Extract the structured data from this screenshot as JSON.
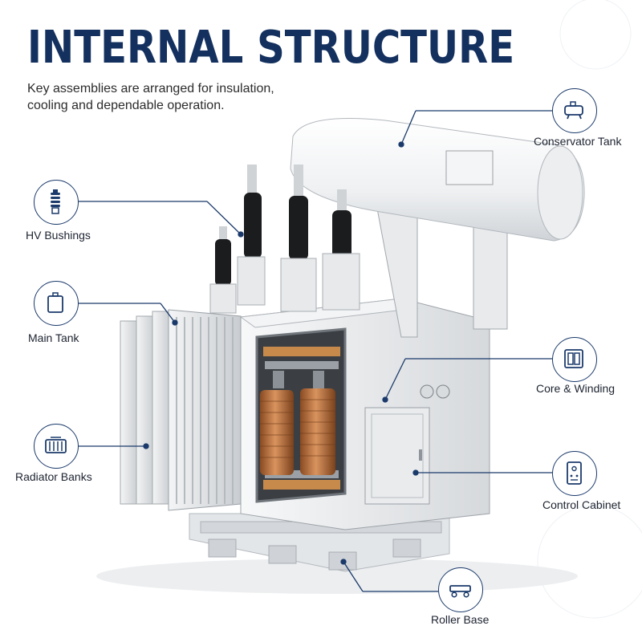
{
  "header": {
    "title": "INTERNAL STRUCTURE",
    "subtitle": "Key assemblies are arranged for insulation, cooling and dependable operation."
  },
  "callouts": {
    "conservator": {
      "label": "Conservator Tank",
      "icon": "tank-icon"
    },
    "bushings": {
      "label": "HV Bushings",
      "icon": "bushing-icon"
    },
    "main_tank": {
      "label": "Main Tank",
      "icon": "main-tank-icon"
    },
    "core": {
      "label": "Core & Winding",
      "icon": "core-winding-icon"
    },
    "radiators": {
      "label": "Radiator Banks",
      "icon": "radiator-icon"
    },
    "cabinet": {
      "label": "Control Cabinet",
      "icon": "control-cabinet-icon"
    },
    "roller": {
      "label": "Roller Base",
      "icon": "roller-base-icon"
    }
  },
  "colors": {
    "title": "#14305e",
    "icon_stroke": "#1b3a6b",
    "leader_line": "#1b3a6b",
    "copper": "#b8703f",
    "steel": "#e6e8ea"
  }
}
